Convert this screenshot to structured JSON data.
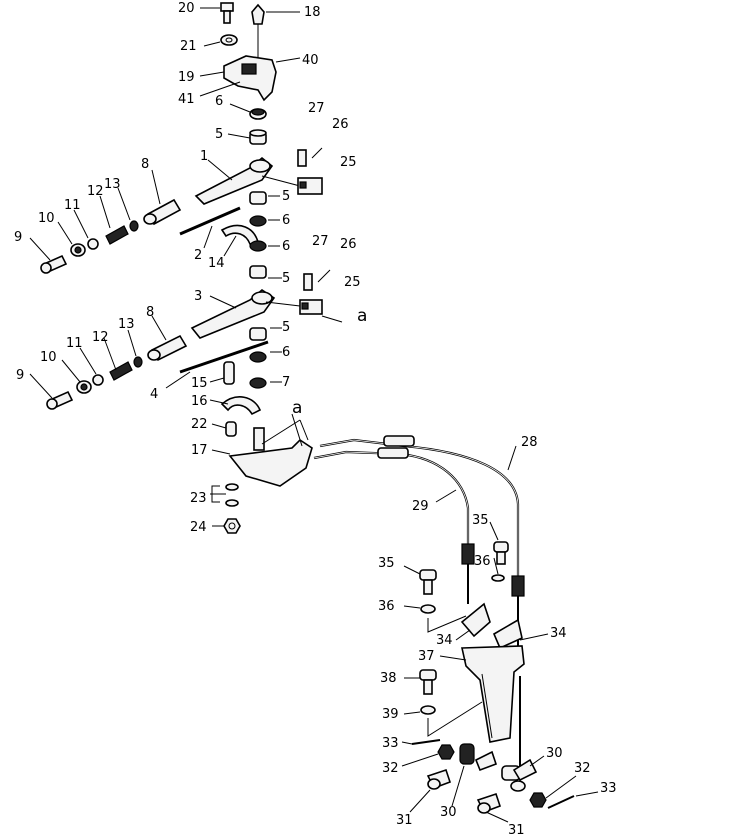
{
  "labels": [
    "1",
    "2",
    "3",
    "4",
    "5",
    "6",
    "7",
    "8",
    "9",
    "10",
    "11",
    "12",
    "13",
    "14",
    "15",
    "16",
    "17",
    "18",
    "19",
    "20",
    "21",
    "22",
    "23",
    "24",
    "25",
    "26",
    "27",
    "28",
    "29",
    "30",
    "31",
    "32",
    "33",
    "34",
    "35",
    "36",
    "37",
    "38",
    "39",
    "40",
    "41",
    "a"
  ]
}
